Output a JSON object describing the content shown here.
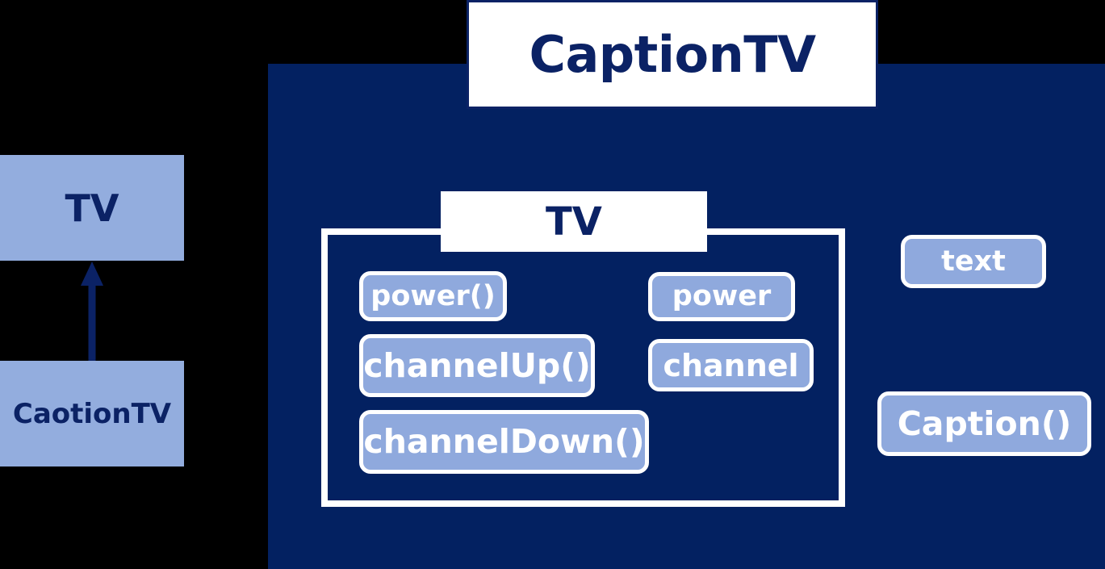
{
  "diagram": {
    "title": "CaptionTV",
    "background_color": "#000000",
    "panel_color": "#032161",
    "accent_color": "#93ADDE",
    "pill_color": "#8FA9DD",
    "text_on_pill_color": "#ffffff",
    "navy_text_color": "#0b2265"
  },
  "title_card": {
    "label": "CaptionTV"
  },
  "inheritance": {
    "superclass": {
      "label": "TV"
    },
    "subclass": {
      "label": "CaotionTV"
    },
    "relation": "generalization-arrow-up"
  },
  "tv_class": {
    "header": "TV",
    "operations": [
      {
        "label": "power()"
      },
      {
        "label": "channelUp()"
      },
      {
        "label": "channelDown()"
      }
    ],
    "attributes": [
      {
        "label": "power"
      },
      {
        "label": "channel"
      }
    ]
  },
  "caption_class": {
    "attributes": [
      {
        "label": "text"
      }
    ],
    "operations": [
      {
        "label": "Caption()"
      }
    ]
  }
}
